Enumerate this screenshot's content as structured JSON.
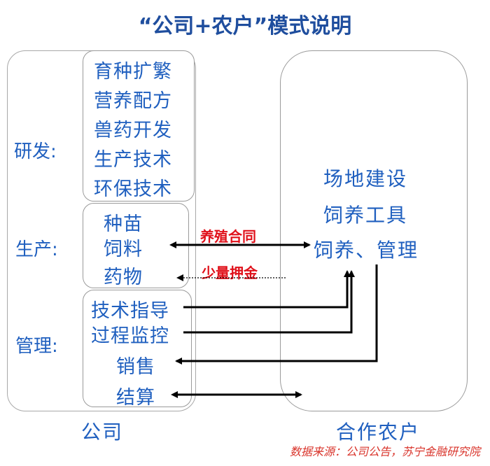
{
  "title": "“公司+农户”模式说明",
  "company": {
    "footer_label": "公司",
    "groups": [
      {
        "label": "研发:",
        "items": [
          "育种扩繁",
          "营养配方",
          "兽药开发",
          "生产技术",
          "环保技术"
        ]
      },
      {
        "label": "生产:",
        "items": [
          "种苗",
          "饲料",
          "药物"
        ]
      },
      {
        "label": "管理:",
        "items": [
          "技术指导",
          "过程监控",
          "销售",
          "结算"
        ]
      }
    ]
  },
  "farmer": {
    "footer_label": "合作农户",
    "items": [
      "场地建设",
      "饲养工具",
      "饲养、管理"
    ]
  },
  "relations": {
    "contract": "养殖合同",
    "deposit": "少量押金"
  },
  "source": "数据来源：公司公告，苏宁金融研究院",
  "colors": {
    "text": "#1f5fbf",
    "title": "#1f4e9e",
    "relation": "#e0101a",
    "arrow": "#000000"
  }
}
